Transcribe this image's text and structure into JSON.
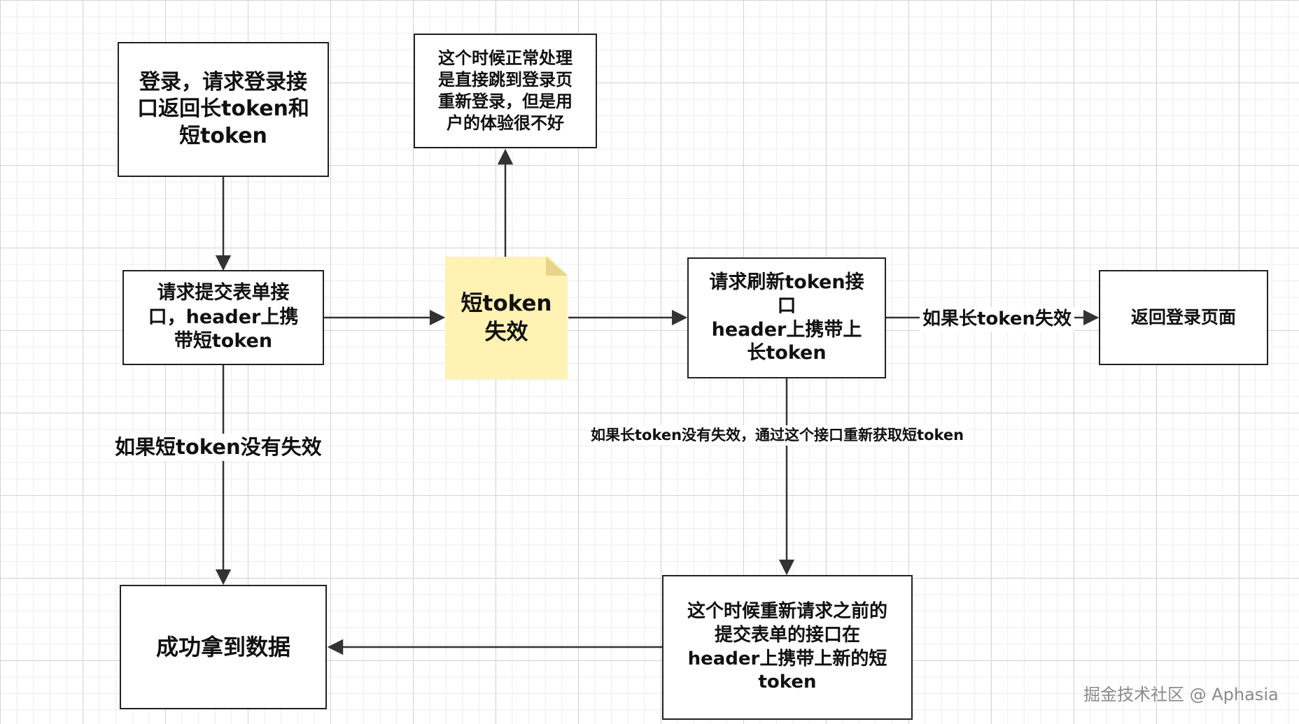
{
  "nodes": {
    "login": "登录，请求登录接\n口返回长token和\n短token",
    "submit_form": "请求提交表单接\n口，header上携\n带短token",
    "short_token_expired": "短token\n失效",
    "redirect_login_note": "这个时候正常处理\n是直接跳到登录页\n重新登录，但是用\n户的体验很不好",
    "refresh_token": "请求刷新token接\n口\nheader上携带上\n长token",
    "back_to_login": "返回登录页面",
    "success": "成功拿到数据",
    "retry_request": "这个时候重新请求之前的\n提交表单的接口在\nheader上携带上新的短\ntoken"
  },
  "edge_labels": {
    "short_token_valid": "如果短token没有失效",
    "long_token_expired": "如果长token失效",
    "long_token_valid": "如果长token没有失效，通过这个接口重新获取短token"
  },
  "watermark": "掘金技术社区 @ Aphasia",
  "colors": {
    "line": "#333333",
    "note_fill": "#fff2b3",
    "grid": "#d4d4d4"
  }
}
